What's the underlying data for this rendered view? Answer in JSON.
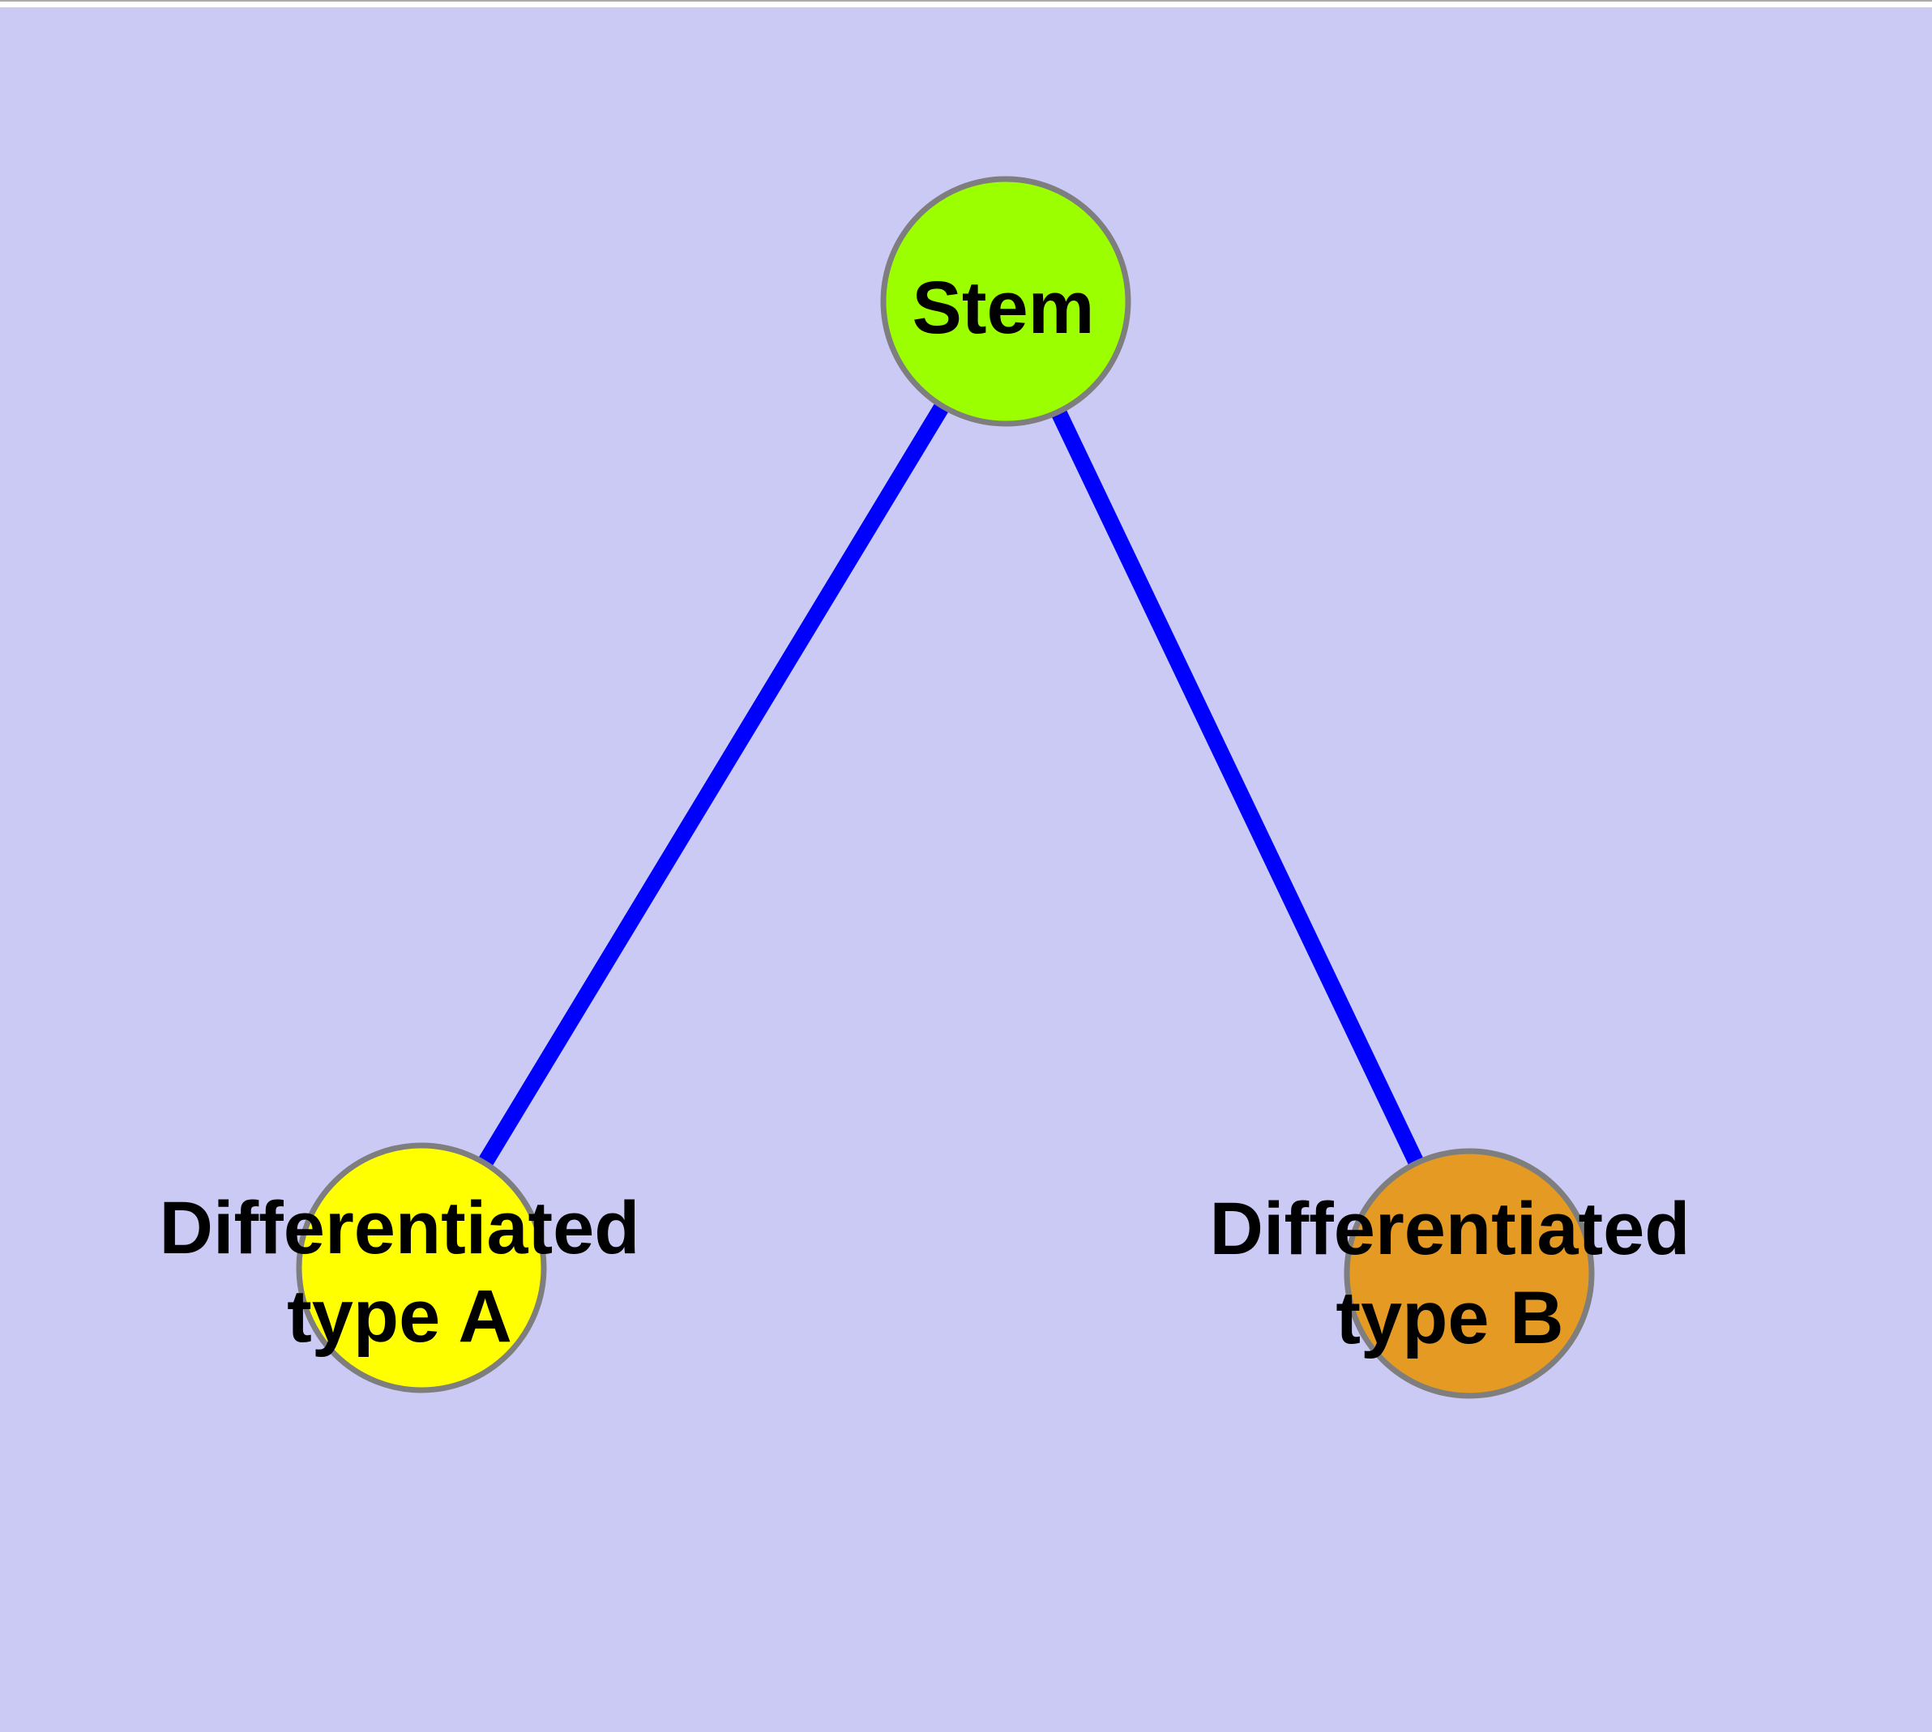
{
  "window": {
    "top_border_color": "#ababab",
    "top_strip_color": "#ffffff"
  },
  "canvas": {
    "background_color": "#cacaf5"
  },
  "graph": {
    "type": "tree-diagram",
    "description": "Stem cell differentiation tree: one stem node branching to two differentiated cell types",
    "edge_color": "#0000ff",
    "node_border_color": "#7e7e7e",
    "label_color": "#000000",
    "nodes": [
      {
        "id": "stem",
        "label": "Stem",
        "label_line1": "Stem",
        "label_line2": "",
        "fill_color": "#9bff00"
      },
      {
        "id": "differentiated-type-a",
        "label": "Differentiated type A",
        "label_line1": "Differentiated",
        "label_line2": "type A",
        "fill_color": "#ffff00"
      },
      {
        "id": "differentiated-type-b",
        "label": "Differentiated type B",
        "label_line1": "Differentiated",
        "label_line2": "type B",
        "fill_color": "#e49a23"
      }
    ],
    "edges": [
      {
        "from": "stem",
        "to": "differentiated-type-a"
      },
      {
        "from": "stem",
        "to": "differentiated-type-b"
      }
    ]
  }
}
